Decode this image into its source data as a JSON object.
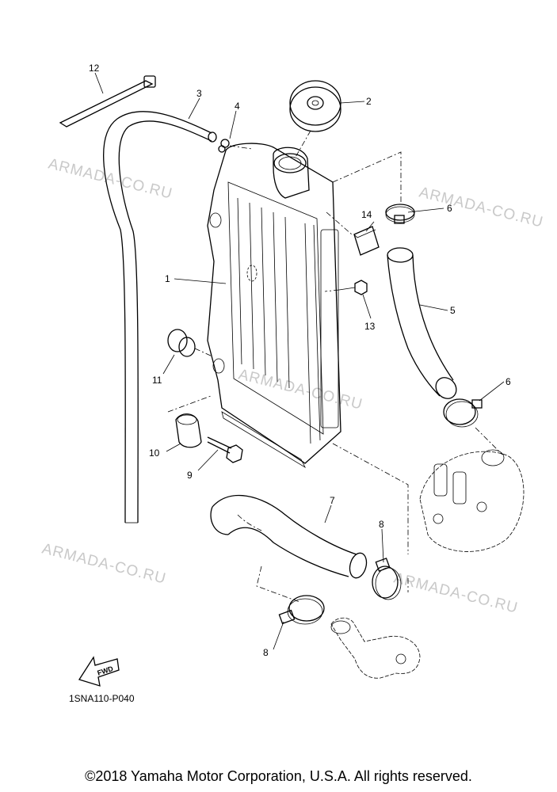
{
  "watermark": "ARMADA-CO.RU",
  "callouts": {
    "c1": "1",
    "c2": "2",
    "c3": "3",
    "c4": "4",
    "c5": "5",
    "c6a": "6",
    "c6b": "6",
    "c7": "7",
    "c8a": "8",
    "c8b": "8",
    "c9": "9",
    "c10": "10",
    "c11": "11",
    "c12": "12",
    "c13": "13",
    "c14": "14"
  },
  "fwd_label": "FWD",
  "reference_code": "1SNA110-P040",
  "copyright": "©2018 Yamaha Motor Corporation, U.S.A. All rights reserved."
}
